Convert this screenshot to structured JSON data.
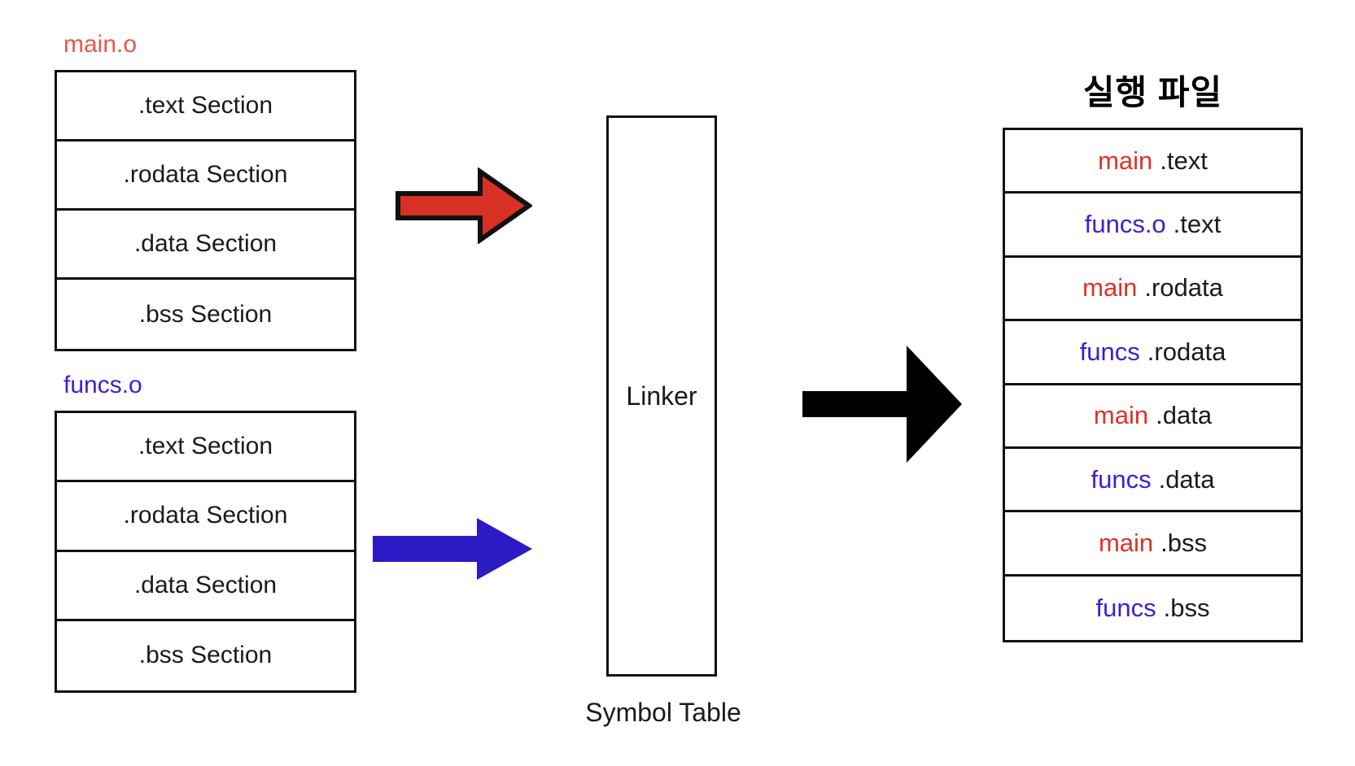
{
  "colors": {
    "main_red": "#E8574A",
    "main_red_strong": "#E03127",
    "funcs_blue": "#3B1FD8",
    "arrow_red_fill": "#D93025",
    "arrow_red_stroke": "#111111",
    "arrow_blue_fill": "#2B1BC4",
    "arrow_black_fill": "#000000",
    "border": "#111111",
    "text": "#1a1a1a",
    "background": "#ffffff"
  },
  "object_files": [
    {
      "label": "main.o",
      "label_color": "#E8574A",
      "sections": [
        ".text Section",
        ".rodata Section",
        ".data Section",
        ".bss Section"
      ]
    },
    {
      "label": "funcs.o",
      "label_color": "#3B1FD8",
      "sections": [
        ".text Section",
        ".rodata Section",
        ".data Section",
        ".bss Section"
      ]
    }
  ],
  "linker": {
    "box_label": "Linker",
    "caption": "Symbol Table"
  },
  "executable": {
    "title": "실행 파일",
    "rows": [
      {
        "owner": "main",
        "owner_color": "#E03127",
        "section": ".text"
      },
      {
        "owner": "funcs.o",
        "owner_color": "#3B1FD8",
        "section": ".text"
      },
      {
        "owner": "main",
        "owner_color": "#E03127",
        "section": ".rodata"
      },
      {
        "owner": "funcs",
        "owner_color": "#3B1FD8",
        "section": ".rodata"
      },
      {
        "owner": "main",
        "owner_color": "#E03127",
        "section": ".data"
      },
      {
        "owner": "funcs",
        "owner_color": "#3B1FD8",
        "section": ".data"
      },
      {
        "owner": "main",
        "owner_color": "#E03127",
        "section": ".bss"
      },
      {
        "owner": "funcs",
        "owner_color": "#3B1FD8",
        "section": ".bss"
      }
    ]
  },
  "arrows": [
    {
      "name": "red-arrow",
      "direction": "right",
      "fill": "#D93025",
      "stroke": "#111111"
    },
    {
      "name": "blue-arrow",
      "direction": "right",
      "fill": "#2B1BC4",
      "stroke": "none"
    },
    {
      "name": "black-arrow",
      "direction": "right",
      "fill": "#000000",
      "stroke": "none"
    }
  ]
}
